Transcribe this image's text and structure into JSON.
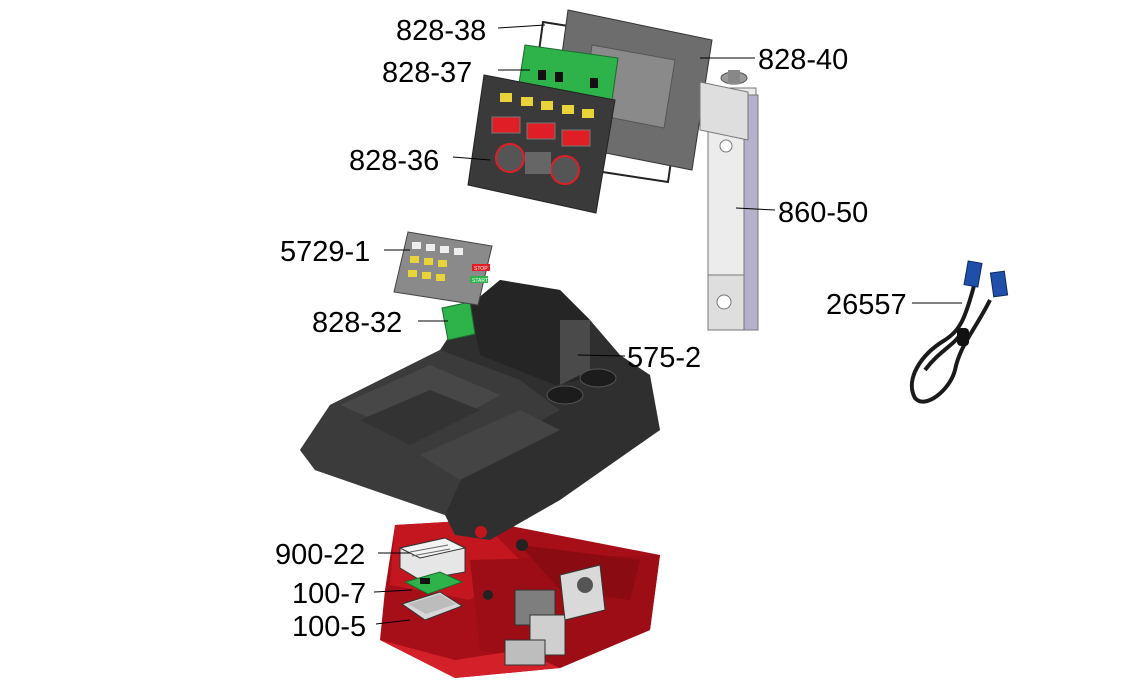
{
  "labels": {
    "p828_38": "828-38",
    "p828_37": "828-37",
    "p828_36": "828-36",
    "p828_40": "828-40",
    "p860_50": "860-50",
    "p5729_1": "5729-1",
    "p828_32": "828-32",
    "p575_2": "575-2",
    "p26557": "26557",
    "p900_22": "900-22",
    "p100_7": "100-7",
    "p100_5": "100-5"
  },
  "keypad": {
    "stop": "STOP",
    "start": "START"
  },
  "colors": {
    "cabinet_red": "#b5121b",
    "console_black": "#3a3a3a",
    "board_green": "#2db34a",
    "display_red": "#e01e25",
    "cable_blue": "#1f4fa8",
    "label_yellow": "#e8d33a"
  }
}
